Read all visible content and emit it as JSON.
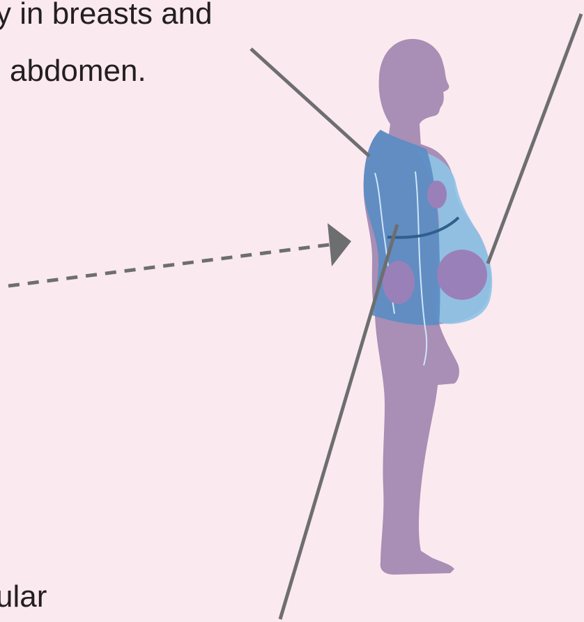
{
  "captions": {
    "top_line_1": "y in breasts and",
    "top_line_2": "abdomen.",
    "bottom_partial": "ular"
  },
  "colors": {
    "background": "#fbe9f0",
    "body": "#a98eb5",
    "torso_overlay_light": "#8fc3e6",
    "torso_overlay_dark": "#5b8dc4",
    "fat_spot": "#9a80b8",
    "leader_line": "#6d6e70",
    "text": "#231f20"
  },
  "icons": {
    "arrow": "dashed-arrow-right",
    "figure": "pregnant-woman-silhouette"
  }
}
